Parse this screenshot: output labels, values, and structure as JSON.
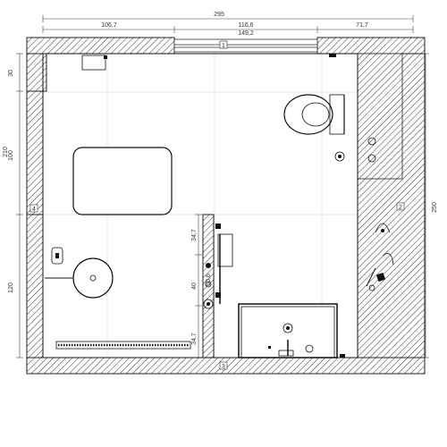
{
  "dimensions": {
    "total_width": "295",
    "left_segment": "106,7",
    "middle_segment": "116,6",
    "window_width": "149,2",
    "right_segment": "71,7",
    "total_height_right": "250",
    "height_left": "210",
    "height_top": "30",
    "height_middle": "100",
    "height_lower": "120",
    "partition_top": "34,7",
    "partition_middle": "50,6",
    "partition_small": "40",
    "partition_bottom": "34,7"
  },
  "markers": {
    "north": "1",
    "east": "2",
    "south": "3",
    "west": "4"
  },
  "colors": {
    "wall_hatch": "#222222",
    "grid": "#c8c8c8",
    "fixture": "#111111"
  }
}
